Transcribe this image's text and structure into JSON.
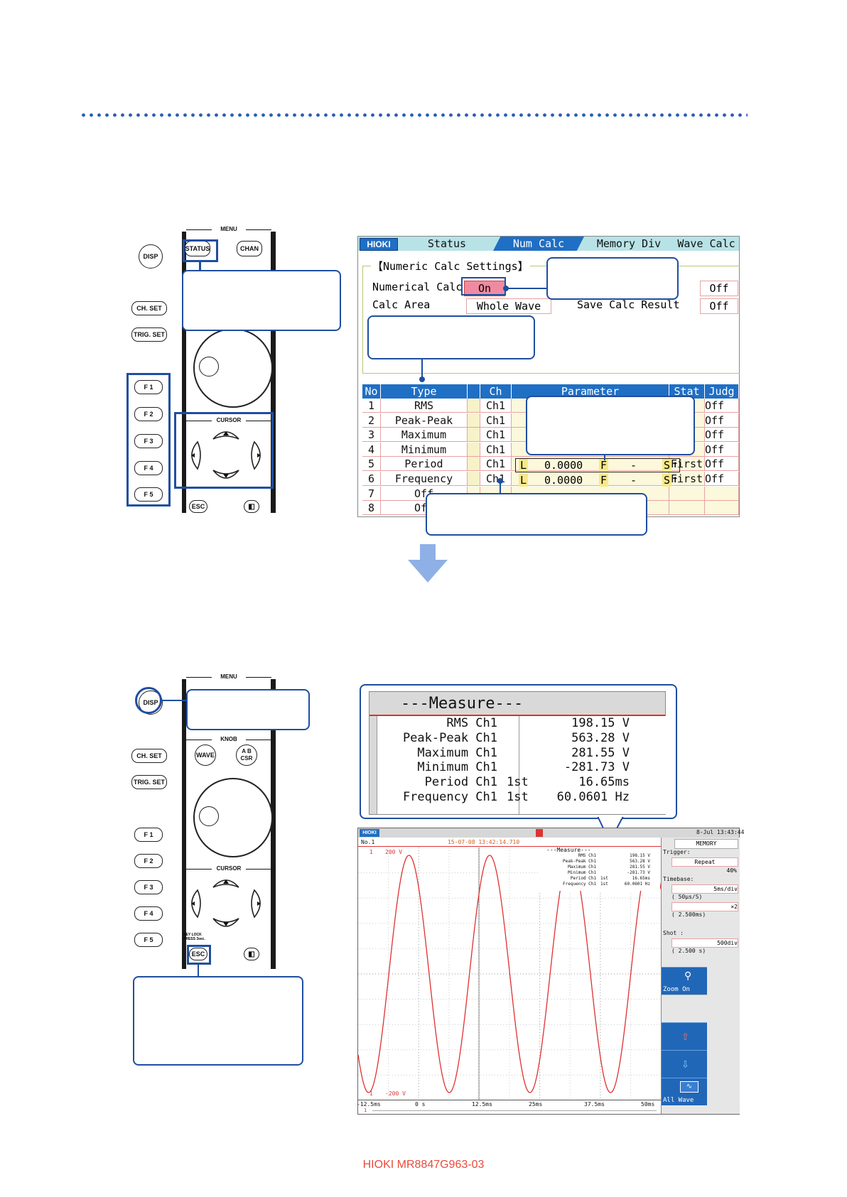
{
  "footer": {
    "code": "HIOKI MR8847G963-03"
  },
  "panel1": {
    "menu_label": "MENU",
    "keys": {
      "disp": "DISP",
      "status": "STATUS",
      "chan": "CHAN",
      "chset": "CH. SET",
      "trigset": "TRIG. SET",
      "f1": "F 1",
      "f2": "F 2",
      "f3": "F 3",
      "f4": "F 4",
      "f5": "F 5",
      "cursor": "CURSOR",
      "esc": "ESC"
    }
  },
  "panel2": {
    "menu_label": "MENU",
    "knob_label": "KNOB",
    "keys": {
      "disp": "DISP",
      "chset": "CH. SET",
      "trigset": "TRIG. SET",
      "wave": "WAVE",
      "abcsr_1": "A B",
      "abcsr_2": "CSR",
      "f1": "F 1",
      "f2": "F 2",
      "f3": "F 3",
      "f4": "F 4",
      "f5": "F 5",
      "cursor": "CURSOR",
      "esc": "ESC",
      "keylock_1": "KEY LOCK",
      "keylock_2": "PRESS 3sec."
    }
  },
  "screen1": {
    "logo": "HIOKI",
    "tabs": [
      "Status",
      "Num Calc",
      "Memory Div",
      "Wave Calc"
    ],
    "section": "【Numeric Calc Settings】",
    "numerical_calc_label": "Numerical Calc",
    "numerical_calc_value": "On",
    "calc_area_label": "Calc Area",
    "calc_area_value": "Whole Wave",
    "save_calc_label": "Save Calc Result",
    "right_val_1": "Off",
    "right_val_2": "Off",
    "headers": [
      "No",
      "Type",
      "Ch",
      "Parameter",
      "Stat",
      "Judg"
    ],
    "rows": [
      {
        "no": "1",
        "type": "RMS",
        "ch": "Ch1",
        "stat": "",
        "judge": "Off"
      },
      {
        "no": "2",
        "type": "Peak-Peak",
        "ch": "Ch1",
        "stat": "",
        "judge": "Off"
      },
      {
        "no": "3",
        "type": "Maximum",
        "ch": "Ch1",
        "stat": "",
        "judge": "Off"
      },
      {
        "no": "4",
        "type": "Minimum",
        "ch": "Ch1",
        "stat": "",
        "judge": "Off"
      },
      {
        "no": "5",
        "type": "Period",
        "ch": "Ch1",
        "stat": "First",
        "judge": "Off"
      },
      {
        "no": "6",
        "type": "Frequency",
        "ch": "Ch1",
        "stat": "First",
        "judge": "Off"
      },
      {
        "no": "7",
        "type": "Off",
        "ch": "",
        "stat": "",
        "judge": ""
      },
      {
        "no": "8",
        "type": "Off",
        "ch": "",
        "stat": "",
        "judge": ""
      }
    ],
    "param": {
      "l": "L",
      "value": "0.0000",
      "f": "F",
      "dash": "-",
      "s": "S",
      "arrow": "↑"
    }
  },
  "measure_zoom": {
    "title": "---Measure---",
    "rows": [
      {
        "name": "RMS Ch1",
        "stat": "",
        "value": "198.15 V"
      },
      {
        "name": "Peak-Peak Ch1",
        "stat": "",
        "value": "563.28 V"
      },
      {
        "name": "Maximum Ch1",
        "stat": "",
        "value": "281.55 V"
      },
      {
        "name": "Minimum Ch1",
        "stat": "",
        "value": "-281.73 V"
      },
      {
        "name": "Period Ch1",
        "stat": "1st",
        "value": "16.65ms"
      },
      {
        "name": "Frequency Ch1",
        "stat": "1st",
        "value": "60.0601 Hz"
      }
    ]
  },
  "screen2": {
    "logo": "HIOKI",
    "datetime": "8-Jul 13:43:44",
    "no": "No.1",
    "timestamp": "15-07-08 13:42:14.710",
    "ch_top": "1",
    "v_top": "200 V",
    "v_bot": "-200 V",
    "ch_bot": "1",
    "x_ticks": [
      "-12.5ms",
      "0 s",
      "12.5ms",
      "25ms",
      "37.5ms",
      "50ms"
    ],
    "side": {
      "mode": "MEMORY",
      "trigger_label": "Trigger:",
      "trigger_value": "Repeat",
      "pretrig": "40%",
      "timebase_label": "Timebase:",
      "timebase_value": "5ms/div",
      "sampling": "( 50µs/S)",
      "zoom": "×2",
      "zoom_time": "( 2.500ms)",
      "shot_label": "Shot :",
      "shot_value": "500div",
      "shot_time": "( 2.500 s)",
      "btn_zoom": "Zoom On",
      "btn_allwave": "All Wave"
    }
  }
}
